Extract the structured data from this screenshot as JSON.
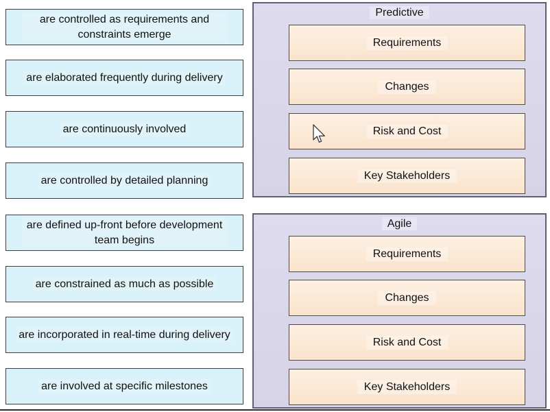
{
  "colors": {
    "page_bg": "#ffffff",
    "option_fill": "#d9f1f8",
    "option_border": "#3d3d3d",
    "panel_fill_top": "#dedbee",
    "panel_fill_bottom": "#d6d3e6",
    "panel_border": "#5f5f73",
    "slot_fill_top": "#fdf0e2",
    "slot_fill_bottom": "#fae3cc",
    "slot_border": "#4c4c46",
    "text": "#111111",
    "divider": "#262d33"
  },
  "left_options": [
    {
      "label": "are controlled as requirements and constraints emerge"
    },
    {
      "label": "are elaborated frequently during delivery"
    },
    {
      "label": "are continuously involved"
    },
    {
      "label": "are controlled by detailed planning"
    },
    {
      "label": "are defined up-front before development team begins"
    },
    {
      "label": "are constrained as much as possible"
    },
    {
      "label": "are incorporated in real-time during delivery"
    },
    {
      "label": "are involved at specific milestones"
    }
  ],
  "panels": [
    {
      "title": "Predictive",
      "slots": [
        {
          "label": "Requirements"
        },
        {
          "label": "Changes"
        },
        {
          "label": "Risk and Cost"
        },
        {
          "label": "Key Stakeholders"
        }
      ]
    },
    {
      "title": "Agile",
      "slots": [
        {
          "label": "Requirements"
        },
        {
          "label": "Changes"
        },
        {
          "label": "Risk and Cost"
        },
        {
          "label": "Key Stakeholders"
        }
      ]
    }
  ],
  "cursor": {
    "icon": "arrow-cursor"
  }
}
